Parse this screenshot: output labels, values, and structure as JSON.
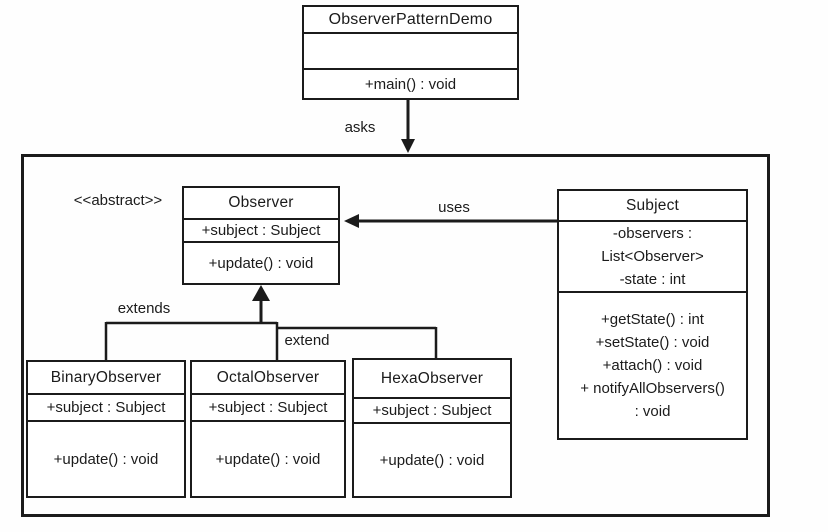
{
  "classes": {
    "demo": {
      "name": "ObserverPatternDemo",
      "attributes": [],
      "methods": [
        "+main() : void"
      ]
    },
    "observer": {
      "stereotype": "<<abstract>>",
      "name": "Observer",
      "attributes": [
        "+subject : Subject"
      ],
      "methods": [
        "+update() : void"
      ]
    },
    "subject": {
      "name": "Subject",
      "attributes": [
        "-observers :",
        "List<Observer>",
        "-state : int"
      ],
      "methods": [
        "+getState() : int",
        "+setState() : void",
        "+attach() : void",
        "+ notifyAllObservers()",
        ": void"
      ]
    },
    "binary": {
      "name": "BinaryObserver",
      "attributes": [
        "+subject : Subject"
      ],
      "methods": [
        "+update() : void"
      ]
    },
    "octal": {
      "name": "OctalObserver",
      "attributes": [
        "+subject : Subject"
      ],
      "methods": [
        "+update() : void"
      ]
    },
    "hexa": {
      "name": "HexaObserver",
      "attributes": [
        "+subject : Subject"
      ],
      "methods": [
        "+update() : void"
      ]
    }
  },
  "relations": {
    "asks": "asks",
    "uses": "uses",
    "extends": "extends",
    "extend": "extend"
  },
  "colors": {
    "line": "#1b1b1b",
    "background": "#ffffff"
  }
}
